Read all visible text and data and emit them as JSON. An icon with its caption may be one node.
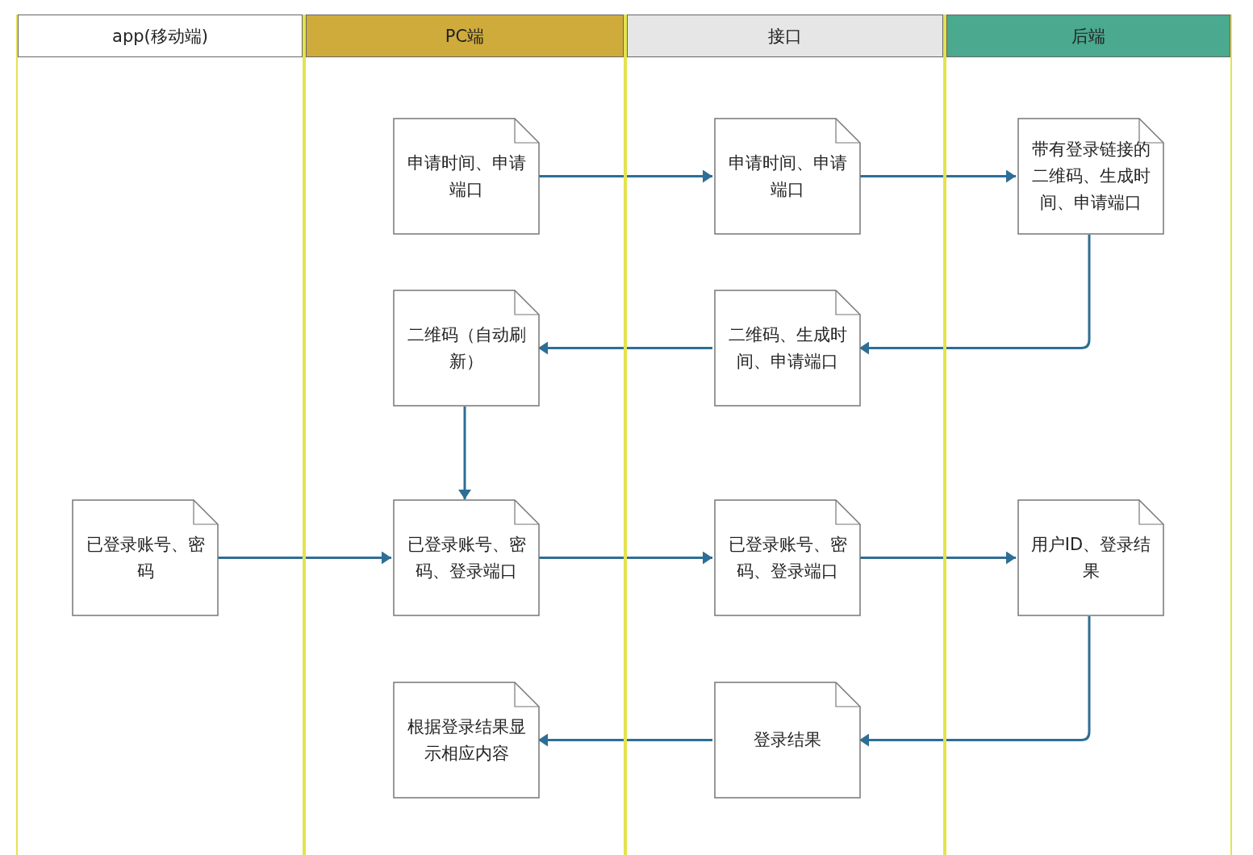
{
  "diagram": {
    "nodes": [
      {
        "text": [
          "app(移动端)"
        ]
      },
      {
        "text": [
          "PC端"
        ]
      },
      {
        "text": [
          "接口"
        ]
      },
      {
        "text": [
          "后端"
        ]
      },
      {
        "text": [
          "申请时间、申请端口"
        ],
        "in": 1
      },
      {
        "text": [
          "申请时间、申请端口"
        ],
        "in": 2
      },
      {
        "text": [
          "带有登录链接的二维码、生成时间、申请端口"
        ],
        "in": 3
      },
      {
        "text": [
          "二维码（自动刷新）"
        ],
        "in": 1
      },
      {
        "text": [
          "二维码、生成时间、申请端口"
        ],
        "in": 2
      },
      {
        "text": [
          "已登录账号、密码"
        ],
        "in": 0
      },
      {
        "text": [
          "已登录账号、密码、登录端口"
        ],
        "in": 1
      },
      {
        "text": [
          "已登录账号、密码、登录端口"
        ],
        "in": 2
      },
      {
        "text": [
          "用户ID、登录结果"
        ],
        "in": 3
      },
      {
        "text": [
          "根据登录结果显示相应内容"
        ],
        "in": 1
      },
      {
        "text": [
          "登录结果"
        ],
        "in": 2
      }
    ],
    "edges": [
      {
        "from": 4,
        "to": 5,
        "arrow": "to"
      },
      {
        "from": 5,
        "to": 6,
        "arrow": "to"
      },
      {
        "from": 6,
        "to": 8,
        "arrow": "to"
      },
      {
        "from": 8,
        "to": 7,
        "arrow": "to"
      },
      {
        "from": 7,
        "to": 10,
        "arrow": "to"
      },
      {
        "from": 9,
        "to": 10,
        "arrow": "to"
      },
      {
        "from": 10,
        "to": 11,
        "arrow": "to"
      },
      {
        "from": 11,
        "to": 12,
        "arrow": "to"
      },
      {
        "from": 12,
        "to": 14,
        "arrow": "to"
      },
      {
        "from": 14,
        "to": 13,
        "arrow": "to"
      }
    ]
  }
}
